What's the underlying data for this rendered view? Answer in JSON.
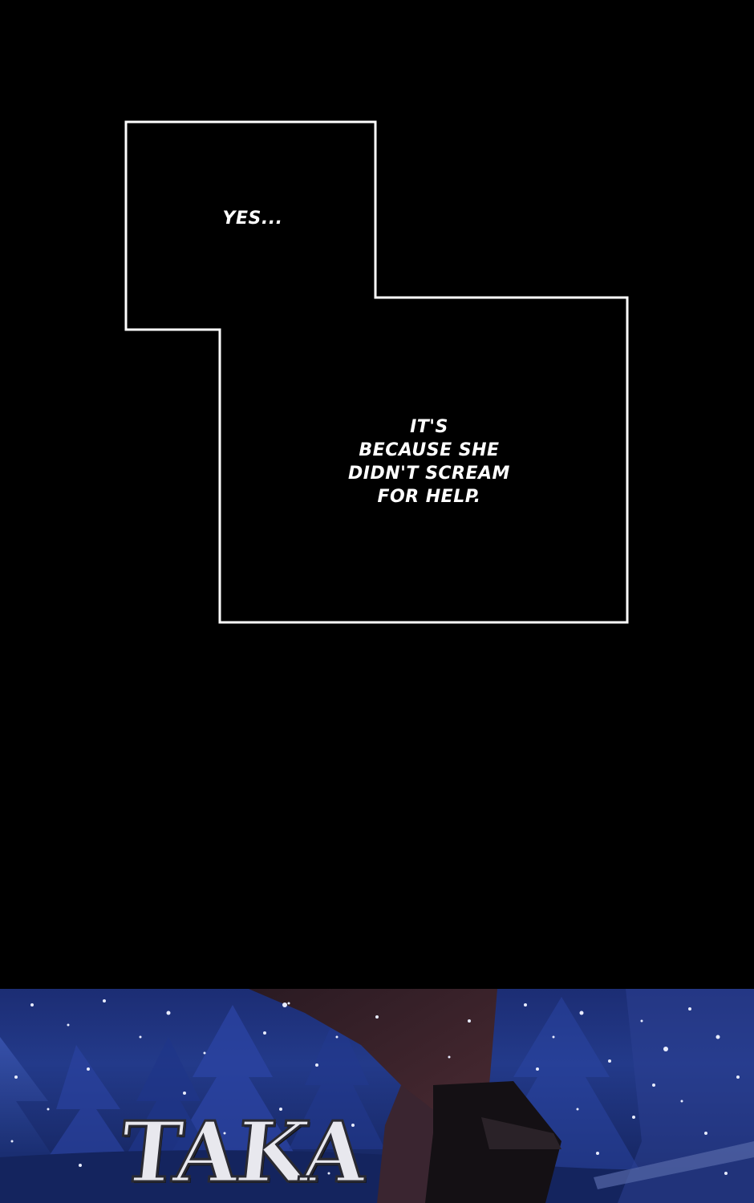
{
  "captions": {
    "yes": "YES...",
    "main": "IT'S\nBECAUSE SHE\nDIDN'T SCREAM\nFOR HELP."
  },
  "sfx": {
    "text": "TAKA"
  },
  "colors": {
    "background": "#000000",
    "frame": "#ffffff",
    "caption_text": "#ffffff",
    "sky": "#223789"
  }
}
